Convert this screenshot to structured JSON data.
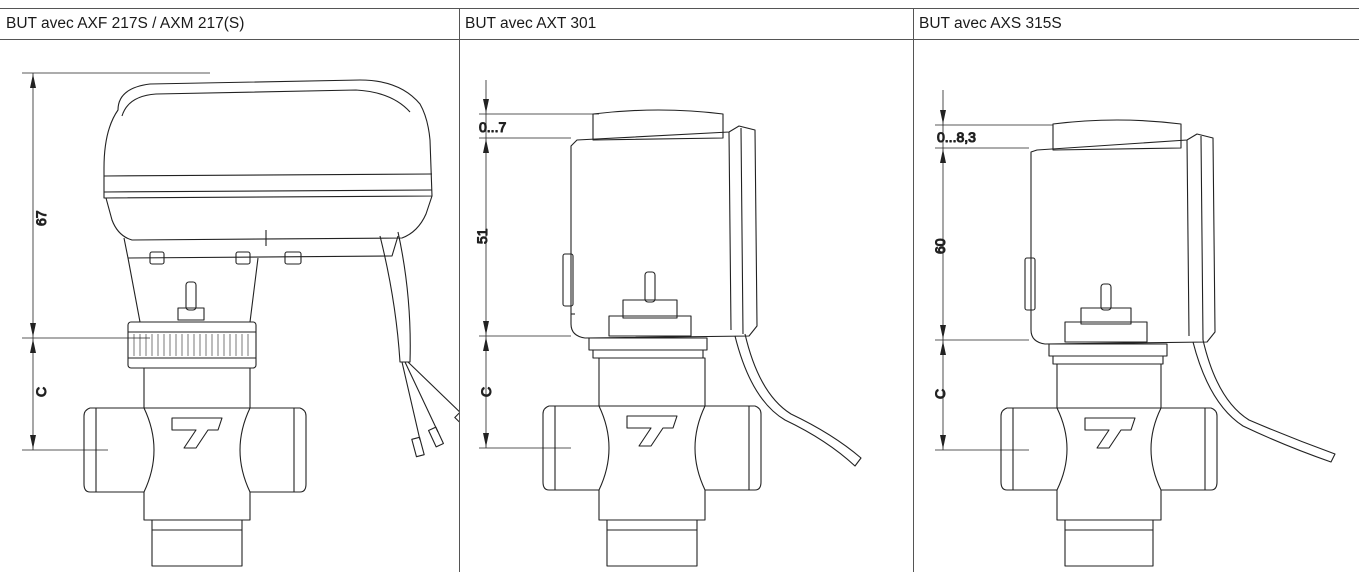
{
  "panels": [
    {
      "title": "BUT avec AXF 217S / AXM 217(S)",
      "dims": {
        "actuator": "67",
        "valve": "C"
      }
    },
    {
      "title": "BUT avec AXT 301",
      "dims": {
        "stroke": "0...7",
        "actuator": "51",
        "valve": "C"
      }
    },
    {
      "title": "BUT avec AXS 315S",
      "dims": {
        "stroke": "0...8,3",
        "actuator": "60",
        "valve": "C"
      }
    }
  ]
}
